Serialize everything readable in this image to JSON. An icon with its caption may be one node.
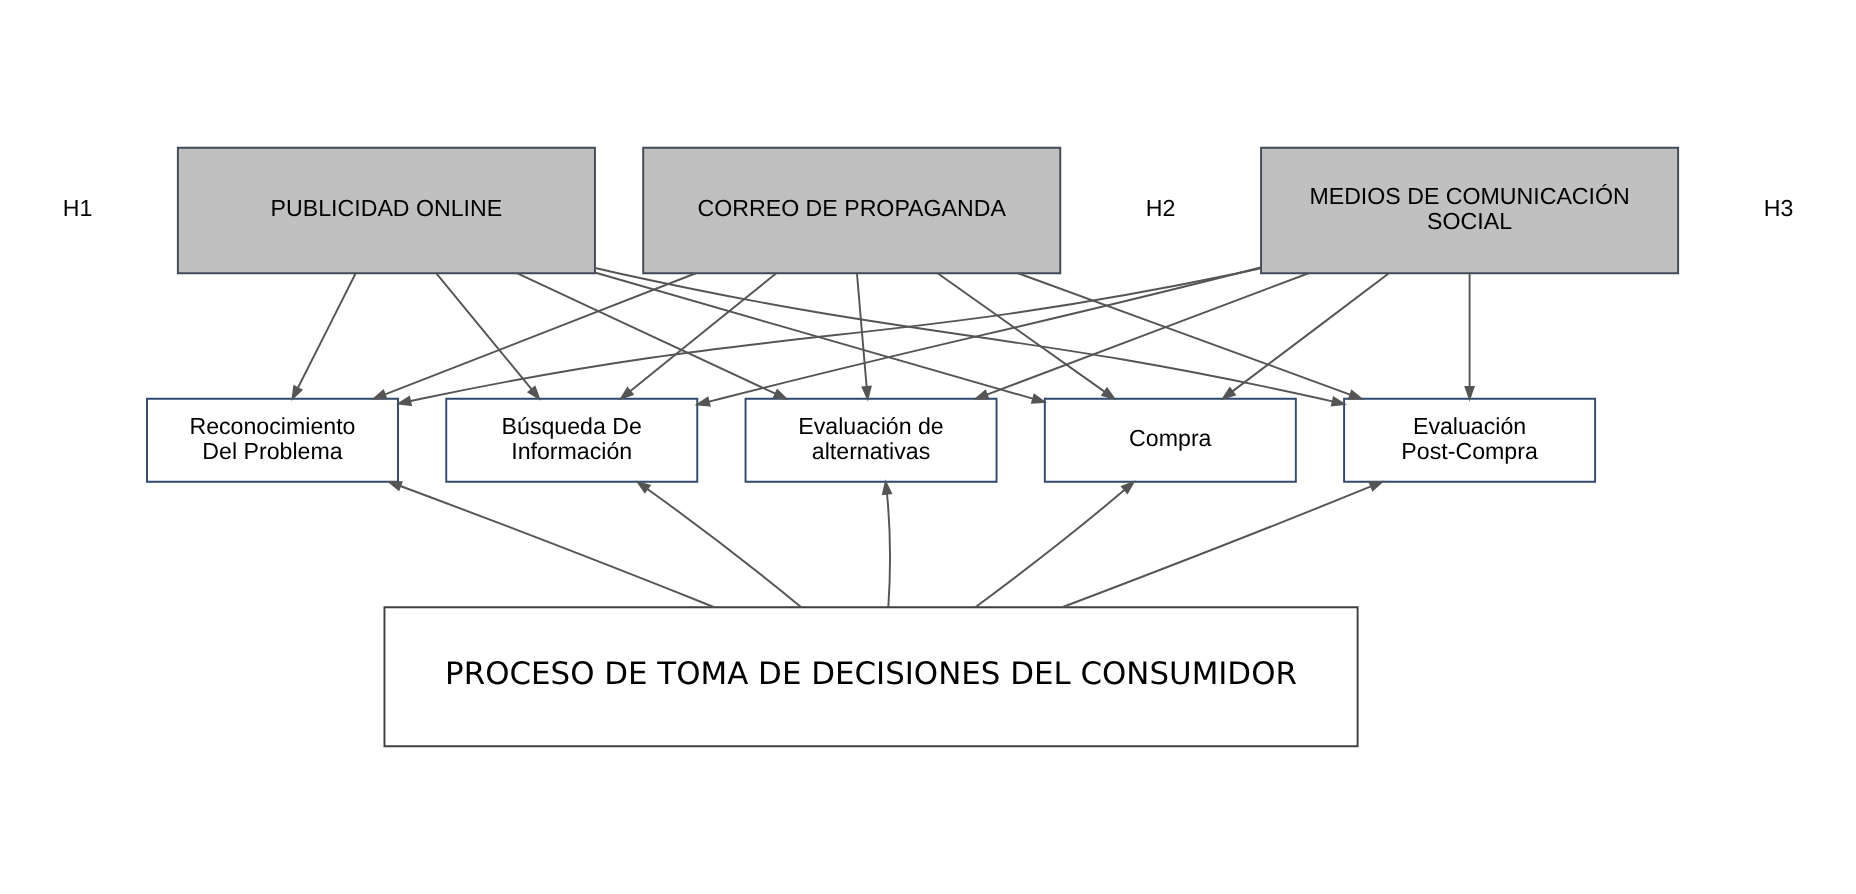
{
  "diagram": {
    "nodes": [
      {
        "text": [
          "PUBLICIDAD ONLINE"
        ]
      },
      {
        "text": [
          "CORREO DE PROPAGANDA"
        ]
      },
      {
        "text": [
          "MEDIOS DE COMUNICACIÓN SOCIAL"
        ]
      },
      {
        "text": [
          "Reconocimiento Del Problema"
        ]
      },
      {
        "text": [
          "Búsqueda De Información"
        ]
      },
      {
        "text": [
          "Evaluación de alternativas"
        ]
      },
      {
        "text": [
          "Compra"
        ]
      },
      {
        "text": [
          "Evaluación Post-Compra"
        ]
      },
      {
        "text": [
          "PROCESO DE TOMA DE DECISIONES DEL CONSUMIDOR"
        ]
      }
    ],
    "edges": [
      {
        "from": 0,
        "to": 3,
        "arrow": "to"
      },
      {
        "from": 0,
        "to": 4,
        "arrow": "to"
      },
      {
        "from": 0,
        "to": 5,
        "arrow": "to"
      },
      {
        "from": 0,
        "to": 6,
        "arrow": "to"
      },
      {
        "from": 0,
        "to": 7,
        "arrow": "to"
      },
      {
        "from": 1,
        "to": 3,
        "arrow": "to"
      },
      {
        "from": 1,
        "to": 4,
        "arrow": "to"
      },
      {
        "from": 1,
        "to": 5,
        "arrow": "to"
      },
      {
        "from": 1,
        "to": 6,
        "arrow": "to"
      },
      {
        "from": 1,
        "to": 7,
        "arrow": "to"
      },
      {
        "from": 2,
        "to": 3,
        "arrow": "to"
      },
      {
        "from": 2,
        "to": 4,
        "arrow": "to"
      },
      {
        "from": 2,
        "to": 5,
        "arrow": "to"
      },
      {
        "from": 2,
        "to": 6,
        "arrow": "to"
      },
      {
        "from": 2,
        "to": 7,
        "arrow": "to"
      },
      {
        "from": 8,
        "to": 3,
        "arrow": "to"
      },
      {
        "from": 8,
        "to": 4,
        "arrow": "to"
      },
      {
        "from": 8,
        "to": 5,
        "arrow": "to"
      },
      {
        "from": 8,
        "to": 6,
        "arrow": "to"
      },
      {
        "from": 8,
        "to": 7,
        "arrow": "to"
      }
    ],
    "labels": [
      "H1",
      "H2",
      "H3"
    ]
  }
}
